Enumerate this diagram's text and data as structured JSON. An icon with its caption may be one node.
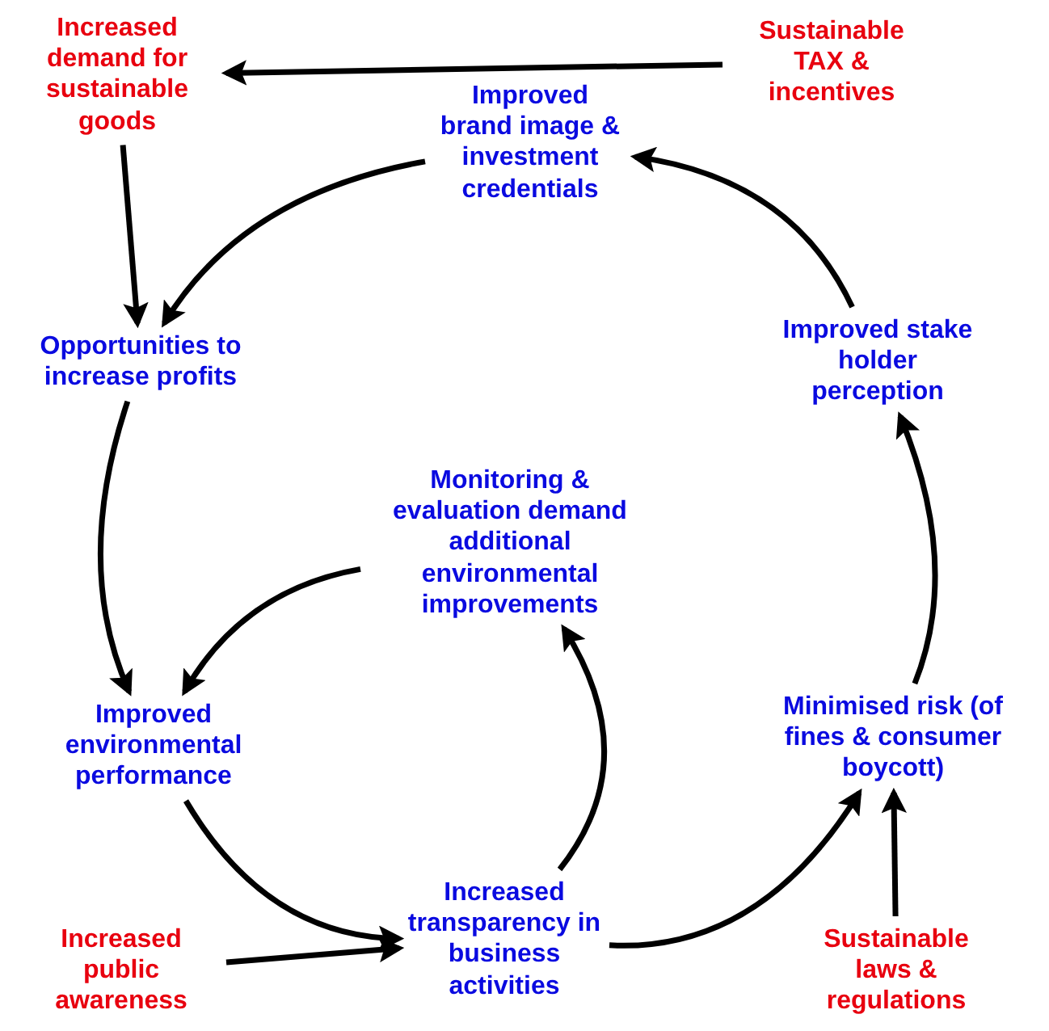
{
  "diagram": {
    "nodes": [
      {
        "text": [
          "Increased demand for sustainable goods"
        ]
      },
      {
        "text": [
          "Sustainable TAX & incentives"
        ]
      },
      {
        "text": [
          "Improved brand image & investment credentials"
        ]
      },
      {
        "text": [
          "Opportunities to increase profits"
        ]
      },
      {
        "text": [
          "Improved stake holder perception"
        ]
      },
      {
        "text": [
          "Monitoring & evaluation demand additional environmental improvements"
        ]
      },
      {
        "text": [
          "Improved environmental performance"
        ]
      },
      {
        "text": [
          "Minimised risk (of fines & consumer boycott)"
        ]
      },
      {
        "text": [
          "Increased transparency in business activities"
        ]
      },
      {
        "text": [
          "Increased public awareness"
        ]
      },
      {
        "text": [
          "Sustainable laws & regulations"
        ]
      }
    ],
    "edges": [
      {
        "from": 1,
        "to": 0,
        "arrow": "to"
      },
      {
        "from": 0,
        "to": 3,
        "arrow": "to"
      },
      {
        "from": 2,
        "to": 3,
        "arrow": "to"
      },
      {
        "from": 3,
        "to": 6,
        "arrow": "to"
      },
      {
        "from": 5,
        "to": 6,
        "arrow": "to"
      },
      {
        "from": 6,
        "to": 8,
        "arrow": "to"
      },
      {
        "from": 9,
        "to": 8,
        "arrow": "to"
      },
      {
        "from": 8,
        "to": 5,
        "arrow": "to"
      },
      {
        "from": 8,
        "to": 7,
        "arrow": "to"
      },
      {
        "from": 10,
        "to": 7,
        "arrow": "to"
      },
      {
        "from": 7,
        "to": 4,
        "arrow": "to"
      },
      {
        "from": 4,
        "to": 2,
        "arrow": "to"
      }
    ]
  }
}
